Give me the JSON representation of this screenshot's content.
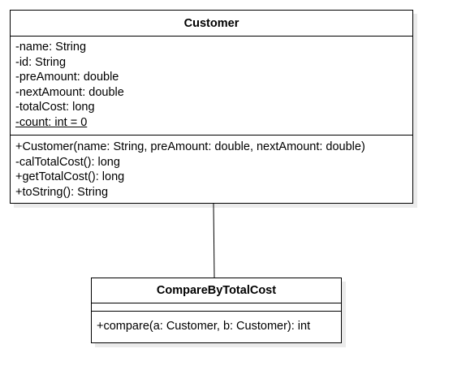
{
  "diagram": {
    "classes": [
      {
        "name": "Customer",
        "attributes": [
          "-name: String",
          "-id: String",
          "-preAmount: double",
          "-nextAmount: double",
          "-totalCost: long",
          "-count: int = 0"
        ],
        "operations": [
          "+Customer(name: String, preAmount: double, nextAmount: double)",
          "-calTotalCost(): long",
          "+getTotalCost(): long",
          "+toString(): String"
        ]
      },
      {
        "name": "CompareByTotalCost",
        "attributes": [],
        "operations": [
          "+compare(a: Customer, b: Customer): int"
        ]
      }
    ],
    "relationships": [
      {
        "from": "Customer",
        "to": "CompareByTotalCost",
        "type": "association"
      }
    ],
    "colors": {
      "stroke": "#000000",
      "fill": "#ffffff",
      "shadow": "#ebebeb"
    }
  }
}
